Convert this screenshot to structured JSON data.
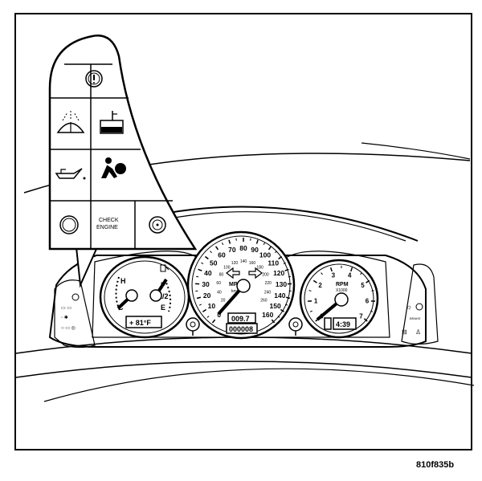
{
  "figure_id": "810f835b",
  "callout_panel": {
    "check_engine_line1": "CHECK",
    "check_engine_line2": "ENGINE",
    "icons": [
      "brake-warning-icon",
      "washer-fluid-icon",
      "coolant-level-icon",
      "oil-pressure-icon",
      "airbag-icon",
      "low-traction-icon",
      "steering-wheel-icon"
    ]
  },
  "fuel_temp_gauge": {
    "temp_high": "H",
    "temp_cold": "C",
    "fuel_full": "F",
    "fuel_half": "1/2",
    "fuel_empty": "E",
    "outside_temp": "+  81°F"
  },
  "speedometer": {
    "mph_ticks": [
      "0",
      "10",
      "20",
      "30",
      "40",
      "50",
      "60",
      "70",
      "80",
      "90",
      "100",
      "110",
      "120",
      "130",
      "140",
      "150",
      "160"
    ],
    "kmh_ticks": [
      "20",
      "40",
      "60",
      "80",
      "100",
      "120",
      "140",
      "160",
      "180",
      "200",
      "220",
      "240",
      "260"
    ],
    "unit_main": "MPH",
    "unit_sub": "km/h",
    "trip_odometer": "009.7",
    "odometer": "000008"
  },
  "tachometer": {
    "ticks": [
      "0",
      "1",
      "2",
      "3",
      "4",
      "5",
      "6",
      "7"
    ],
    "unit_main": "RPM",
    "unit_sub": "X1000",
    "clock": "4:39"
  },
  "right_pod": {
    "brake_label": "BRAKE"
  }
}
